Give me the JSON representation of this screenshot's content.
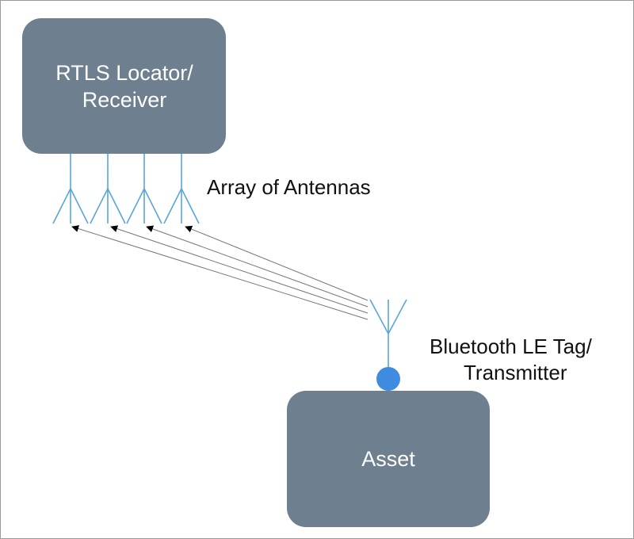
{
  "locator": {
    "line1": "RTLS Locator/",
    "line2": "Receiver"
  },
  "array_label": "Array of Antennas",
  "tag": {
    "line1": "Bluetooth LE Tag/",
    "line2": "Transmitter"
  },
  "asset_label": "Asset",
  "colors": {
    "box_fill": "#6e7f8f",
    "antenna": "#5aa6d6",
    "tag_dot": "#3f8be0",
    "signal": "#777777",
    "arrowhead": "#000000"
  }
}
